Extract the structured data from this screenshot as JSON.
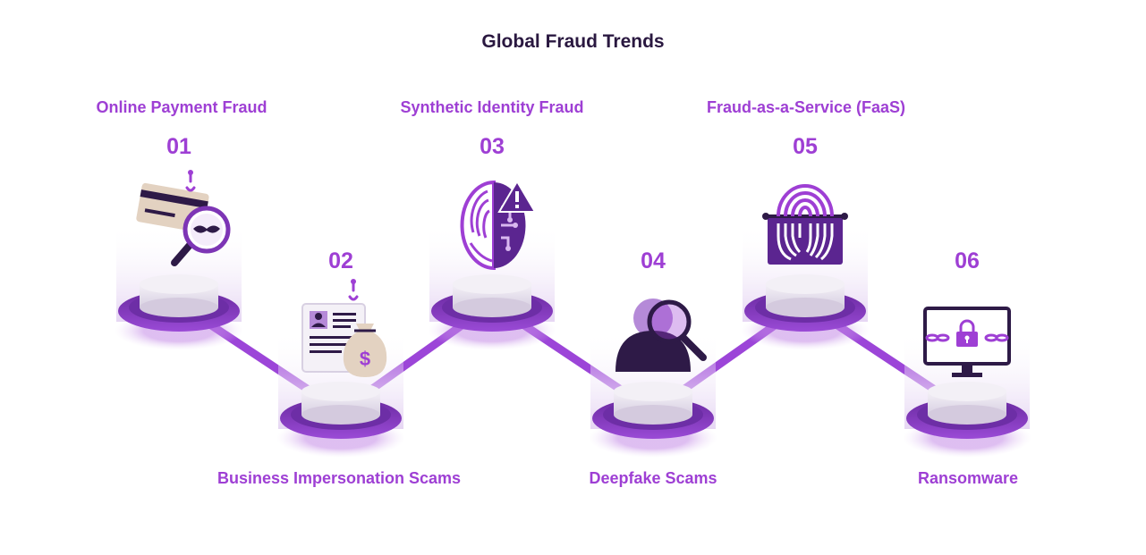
{
  "title": "Global Fraud Trends",
  "steps": [
    {
      "number": "01",
      "label": "Online Payment Fraud",
      "icon": "credit-card-magnifier-icon"
    },
    {
      "number": "02",
      "label": "Business Impersonation Scams",
      "icon": "id-card-money-bag-icon"
    },
    {
      "number": "03",
      "label": "Synthetic Identity Fraud",
      "icon": "fingerprint-circuit-warning-icon"
    },
    {
      "number": "04",
      "label": "Deepfake Scams",
      "icon": "person-magnifier-icon"
    },
    {
      "number": "05",
      "label": "Fraud-as-a-Service (FaaS)",
      "icon": "fingerprint-card-icon"
    },
    {
      "number": "06",
      "label": "Ransomware",
      "icon": "locked-monitor-icon"
    }
  ],
  "colors": {
    "title": "#2a1840",
    "accent": "#9e3fd4",
    "dark": "#2e1a47",
    "platform_top": "#e9e4ee",
    "platform_ring": "#7d35b5",
    "line": "#9c45d8",
    "beige": "#e3d2c1"
  }
}
